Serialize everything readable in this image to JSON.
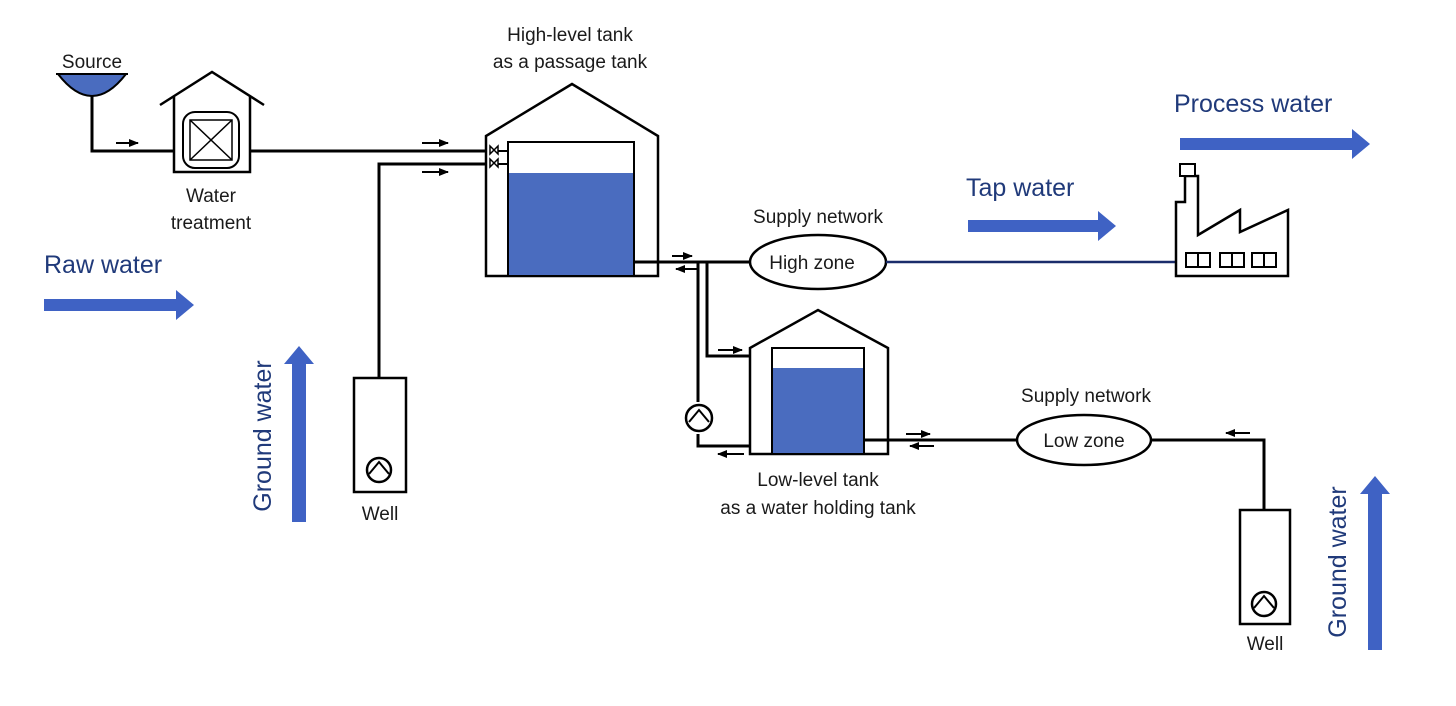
{
  "labels": {
    "source": "Source",
    "water_treatment_1": "Water",
    "water_treatment_2": "treatment",
    "high_tank_1": "High-level tank",
    "high_tank_2": "as a  passage tank",
    "supply_network_high": "Supply network",
    "high_zone": "High zone",
    "supply_network_low": "Supply network",
    "low_zone": "Low zone",
    "low_tank_1": "Low-level tank",
    "low_tank_2": "as a water holding tank",
    "well_left": "Well",
    "well_right": "Well"
  },
  "flows": {
    "raw_water": "Raw water",
    "ground_water_left": "Ground water",
    "ground_water_right": "Ground water",
    "tap_water": "Tap water",
    "process_water": "Process water"
  },
  "colors": {
    "water_fill": "#4a6cbf",
    "flow_arrow": "#3f62c4",
    "flow_text": "#203a7a",
    "line": "#000000"
  }
}
